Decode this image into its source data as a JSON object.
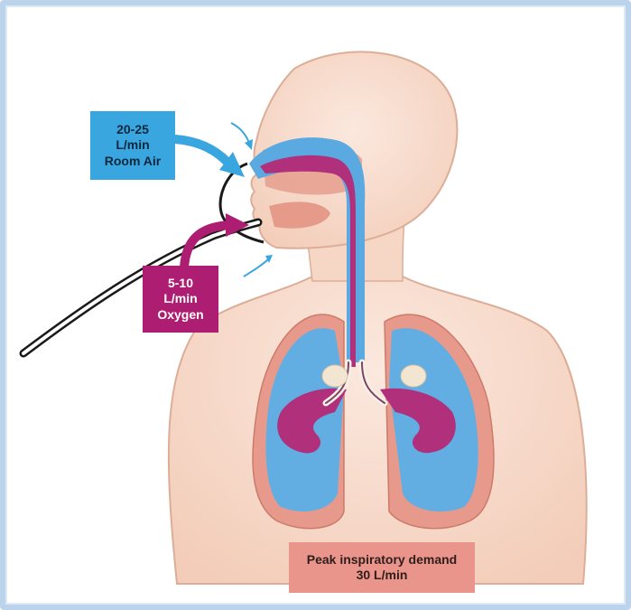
{
  "labels": {
    "room_air": {
      "line1": "20-25",
      "line2": "L/min",
      "line3": "Room Air"
    },
    "oxygen": {
      "line1": "5-10",
      "line2": "L/min",
      "line3": "Oxygen"
    },
    "demand": {
      "line1": "Peak inspiratory demand",
      "line2": "30 L/min"
    }
  },
  "colors": {
    "room_air": "#3aa6df",
    "oxygen": "#ad1e73",
    "demand": "#e9958b",
    "skin": "#f7dccd",
    "lung_tissue": "#e59a8a",
    "border": "#bcd3ec"
  }
}
